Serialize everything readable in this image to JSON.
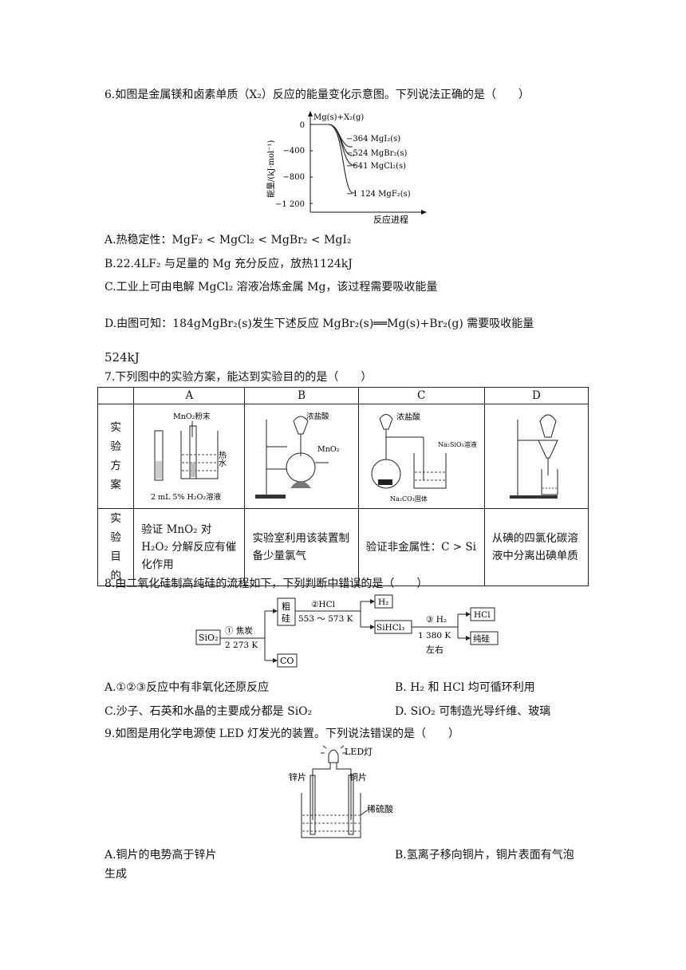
{
  "q6": {
    "stem": "6.如图是金属镁和卤素单质（X₂）反应的能量变化示意图。下列说法正确的是（　　）",
    "chart": {
      "y_axis_label": "能量/(kJ·mol⁻¹)",
      "x_axis_label": "反应进程",
      "start_label": "Mg(s)+X₂(g)",
      "ticks": [
        "0",
        "−400",
        "−800",
        "−1 200"
      ],
      "curves": [
        "−364 MgI₂(s)",
        "−524 MgBr₂(s)",
        "−641 MgCl₂(s)",
        "−1 124 MgF₂(s)"
      ]
    },
    "options": [
      "A.热稳定性：MgF₂ < MgCl₂ < MgBr₂ < MgI₂",
      "B.22.4LF₂ 与足量的 Mg 充分反应，放热1124kJ",
      "C.工业上可由电解 MgCl₂ 溶液冶炼金属 Mg，该过程需要吸收能量",
      "D.由图可知：184gMgBr₂(s)发生下述反应 MgBr₂(s)══Mg(s)+Br₂(g) 需要吸收能量",
      "524kJ"
    ]
  },
  "q7": {
    "stem": "7.下列图中的实验方案，能达到实验目的的是（　　）",
    "headers": [
      "A",
      "B",
      "C",
      "D"
    ],
    "row_labels": [
      "实验方案",
      "实验目的"
    ],
    "diagram_labels": {
      "a": [
        "MnO₂粉末",
        "热水",
        "2 mL 5% H₂O₂溶液"
      ],
      "b": [
        "浓盐酸",
        "MnO₂"
      ],
      "c": [
        "浓盐酸",
        "Na₂SiO₃溶液",
        "Na₂CO₃固体"
      ]
    },
    "goals": [
      "验证 MnO₂ 对 H₂O₂ 分解反应有催化作用",
      "实验室利用该装置制备少量氯气",
      "验证非金属性：C > Si",
      "从碘的四氯化碳溶液中分离出碘单质"
    ]
  },
  "q8": {
    "stem": "8.由二氧化硅制高纯硅的流程如下，下列判断中错误的是（　　）",
    "flow": {
      "sio2": "SiO₂",
      "step1": "① 焦炭",
      "temp1": "2 273 K",
      "crude": [
        "粗",
        "硅"
      ],
      "co": "CO",
      "step2": "②HCl",
      "temp2": "553 ～ 573 K",
      "h2": "H₂",
      "sihcl3": "SiHCl₃",
      "step3": "③ H₂",
      "temp3": "1 380 K",
      "approx": "左右",
      "hcl": "HCl",
      "pure": "纯硅"
    },
    "options": [
      "A.①②③反应中有非氧化还原反应",
      "B. H₂ 和 HCl 均可循环利用",
      "C.沙子、石英和水晶的主要成分都是 SiO₂",
      "D. SiO₂ 可制造光导纤维、玻璃"
    ]
  },
  "q9": {
    "stem": "9.如图是用化学电源使 LED 灯发光的装置。下列说法错误的是（　　）",
    "labels": [
      "LED灯",
      "锌片",
      "铜片",
      "稀硫酸"
    ],
    "options": [
      "A.铜片的电势高于锌片",
      "B.氢离子移向铜片，铜片表面有气泡",
      "生成"
    ]
  }
}
